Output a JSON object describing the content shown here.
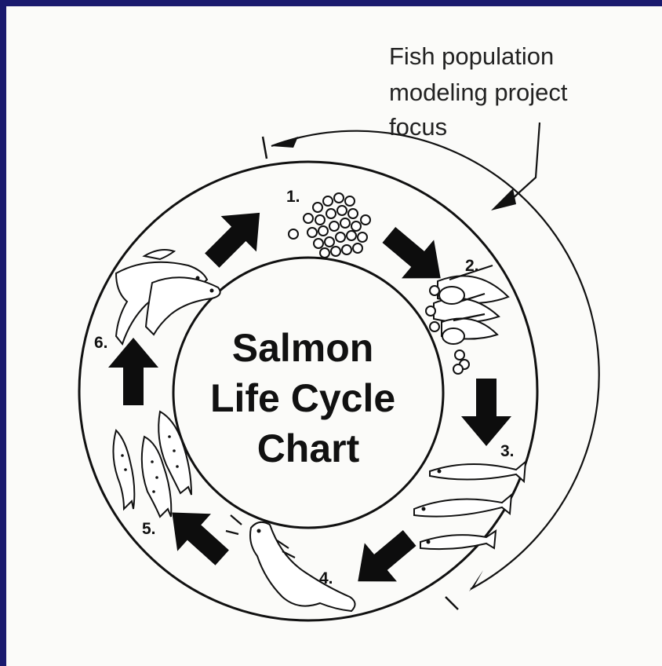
{
  "diagram": {
    "title_lines": [
      "Salmon",
      "Life Cycle",
      "Chart"
    ],
    "annotation_lines": [
      "Fish population",
      "modeling project",
      "focus"
    ],
    "stages": [
      {
        "label": "1.",
        "icon": "egg-cluster-icon"
      },
      {
        "label": "2.",
        "icon": "alevin-fry-icon"
      },
      {
        "label": "3.",
        "icon": "juvenile-fish-icon"
      },
      {
        "label": "4.",
        "icon": "seal-predator-icon"
      },
      {
        "label": "5.",
        "icon": "adult-salmon-icon"
      },
      {
        "label": "6.",
        "icon": "spawning-salmon-icon"
      }
    ],
    "colors": {
      "border": "#1a1a6e",
      "paper": "#fbfbf9",
      "ink": "#111111"
    }
  }
}
